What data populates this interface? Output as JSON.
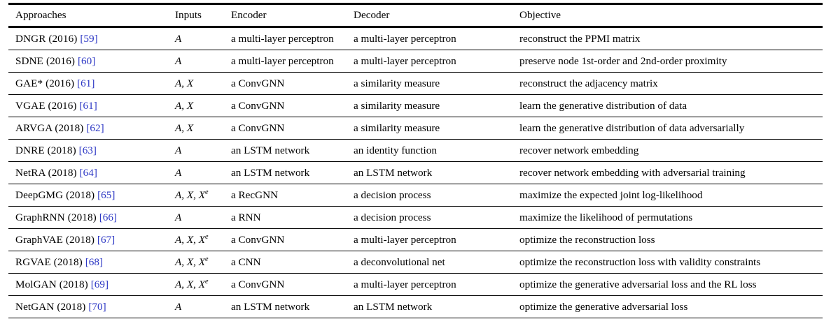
{
  "table": {
    "columns": [
      {
        "key": "approach",
        "label": "Approaches"
      },
      {
        "key": "inputs",
        "label": "Inputs"
      },
      {
        "key": "encoder",
        "label": "Encoder"
      },
      {
        "key": "decoder",
        "label": "Decoder"
      },
      {
        "key": "objective",
        "label": "Objective"
      }
    ],
    "citation_color": "#2b36c4",
    "rows": [
      {
        "name": "DNGR",
        "year": "(2016)",
        "ref": "[59]",
        "approach": "DNGR (2016) [59]",
        "inputs": "A",
        "inputs_parts": [
          "A"
        ],
        "encoder": "a multi-layer perceptron",
        "decoder": "a multi-layer perceptron",
        "objective": "reconstruct the PPMI matrix"
      },
      {
        "name": "SDNE",
        "year": "(2016)",
        "ref": "[60]",
        "approach": "SDNE (2016) [60]",
        "inputs": "A",
        "inputs_parts": [
          "A"
        ],
        "encoder": "a multi-layer perceptron",
        "decoder": "a multi-layer perceptron",
        "objective": "preserve node 1st-order and 2nd-order proximity"
      },
      {
        "name": "GAE*",
        "year": "(2016)",
        "ref": "[61]",
        "approach": "GAE* (2016) [61]",
        "inputs": "A, X",
        "inputs_parts": [
          "A",
          "X"
        ],
        "encoder": "a ConvGNN",
        "decoder": "a similarity measure",
        "objective": "reconstruct the adjacency matrix"
      },
      {
        "name": "VGAE",
        "year": "(2016)",
        "ref": "[61]",
        "approach": "VGAE (2016) [61]",
        "inputs": "A, X",
        "inputs_parts": [
          "A",
          "X"
        ],
        "encoder": "a ConvGNN",
        "decoder": "a similarity measure",
        "objective": "learn the generative distribution of data"
      },
      {
        "name": "ARVGA",
        "year": "(2018)",
        "ref": "[62]",
        "approach": "ARVGA (2018) [62]",
        "inputs": "A, X",
        "inputs_parts": [
          "A",
          "X"
        ],
        "encoder": "a ConvGNN",
        "decoder": "a similarity measure",
        "objective": "learn the generative distribution of data adversarially"
      },
      {
        "name": "DNRE",
        "year": "(2018)",
        "ref": "[63]",
        "approach": "DNRE (2018) [63]",
        "inputs": "A",
        "inputs_parts": [
          "A"
        ],
        "encoder": "an LSTM network",
        "decoder": "an identity function",
        "objective": "recover network embedding"
      },
      {
        "name": "NetRA",
        "year": "(2018)",
        "ref": "[64]",
        "approach": "NetRA (2018) [64]",
        "inputs": "A",
        "inputs_parts": [
          "A"
        ],
        "encoder": "an LSTM network",
        "decoder": "an LSTM network",
        "objective": "recover network embedding with adversarial training"
      },
      {
        "name": "DeepGMG",
        "year": "(2018)",
        "ref": "[65]",
        "approach": "DeepGMG (2018) [65]",
        "inputs": "A, X, X^e",
        "inputs_parts": [
          "A",
          "X",
          "X^e"
        ],
        "encoder": "a RecGNN",
        "decoder": "a decision process",
        "objective": "maximize the expected joint log-likelihood"
      },
      {
        "name": "GraphRNN",
        "year": "(2018)",
        "ref": "[66]",
        "approach": "GraphRNN (2018) [66]",
        "inputs": "A",
        "inputs_parts": [
          "A"
        ],
        "encoder": "a RNN",
        "decoder": "a decision process",
        "objective": "maximize the likelihood of permutations"
      },
      {
        "name": "GraphVAE",
        "year": "(2018)",
        "ref": "[67]",
        "approach": "GraphVAE (2018) [67]",
        "inputs": "A, X, X^e",
        "inputs_parts": [
          "A",
          "X",
          "X^e"
        ],
        "encoder": "a ConvGNN",
        "decoder": "a multi-layer perceptron",
        "objective": "optimize the reconstruction loss"
      },
      {
        "name": "RGVAE",
        "year": "(2018)",
        "ref": "[68]",
        "approach": "RGVAE (2018) [68]",
        "inputs": "A, X, X^e",
        "inputs_parts": [
          "A",
          "X",
          "X^e"
        ],
        "encoder": "a CNN",
        "decoder": "a deconvolutional net",
        "objective": "optimize the reconstruction loss with validity constraints"
      },
      {
        "name": "MolGAN",
        "year": "(2018)",
        "ref": "[69]",
        "approach": "MolGAN (2018) [69]",
        "inputs": "A, X, X^e",
        "inputs_parts": [
          "A",
          "X",
          "X^e"
        ],
        "encoder": "a ConvGNN",
        "decoder": "a multi-layer perceptron",
        "objective": "optimize the generative adversarial loss and the RL loss"
      },
      {
        "name": "NetGAN",
        "year": "(2018)",
        "ref": "[70]",
        "approach": "NetGAN (2018) [70]",
        "inputs": "A",
        "inputs_parts": [
          "A"
        ],
        "encoder": "an LSTM network",
        "decoder": "an LSTM network",
        "objective": "optimize the generative adversarial loss"
      }
    ]
  }
}
